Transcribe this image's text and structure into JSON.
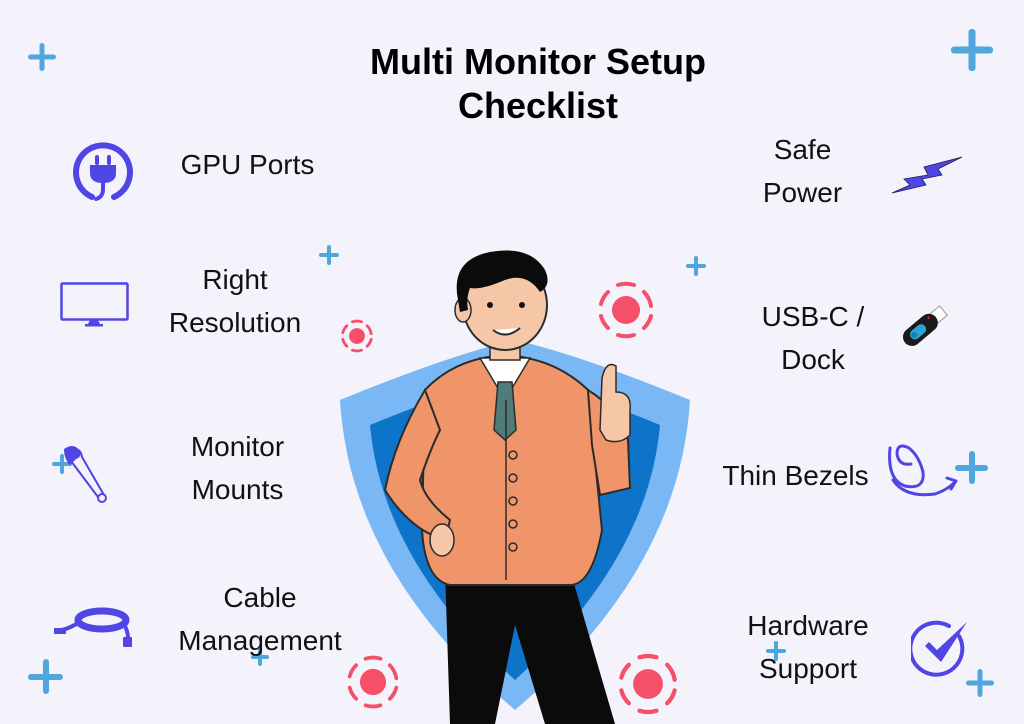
{
  "title": {
    "line1": "Multi Monitor Setup",
    "line2": "Checklist"
  },
  "left_items": [
    {
      "icon": "plug-icon",
      "line1": "GPU Ports",
      "line2": ""
    },
    {
      "icon": "monitor-icon",
      "line1": "Right",
      "line2": "Resolution"
    },
    {
      "icon": "safety-pin-icon",
      "line1": "Monitor",
      "line2": "Mounts"
    },
    {
      "icon": "cable-icon",
      "line1": "Cable",
      "line2": "Management"
    }
  ],
  "right_items": [
    {
      "icon": "lightning-bolt-icon",
      "line1": "Safe",
      "line2": "Power"
    },
    {
      "icon": "usb-drive-icon",
      "line1": "USB-C /",
      "line2": "Dock"
    },
    {
      "icon": "swirl-arrow-icon",
      "line1": "Thin Bezels",
      "line2": ""
    },
    {
      "icon": "check-circle-icon",
      "line1": "Hardware",
      "line2": "Support"
    }
  ],
  "colors": {
    "background": "#f4f2fb",
    "accent_purple": "#4f46e5",
    "plus_blue": "#4fa7dd",
    "dot_red": "#f4506a",
    "shield_outer": "#7ab8f5",
    "shield_inner": "#0e74c9",
    "cardigan": "#f0956a"
  }
}
